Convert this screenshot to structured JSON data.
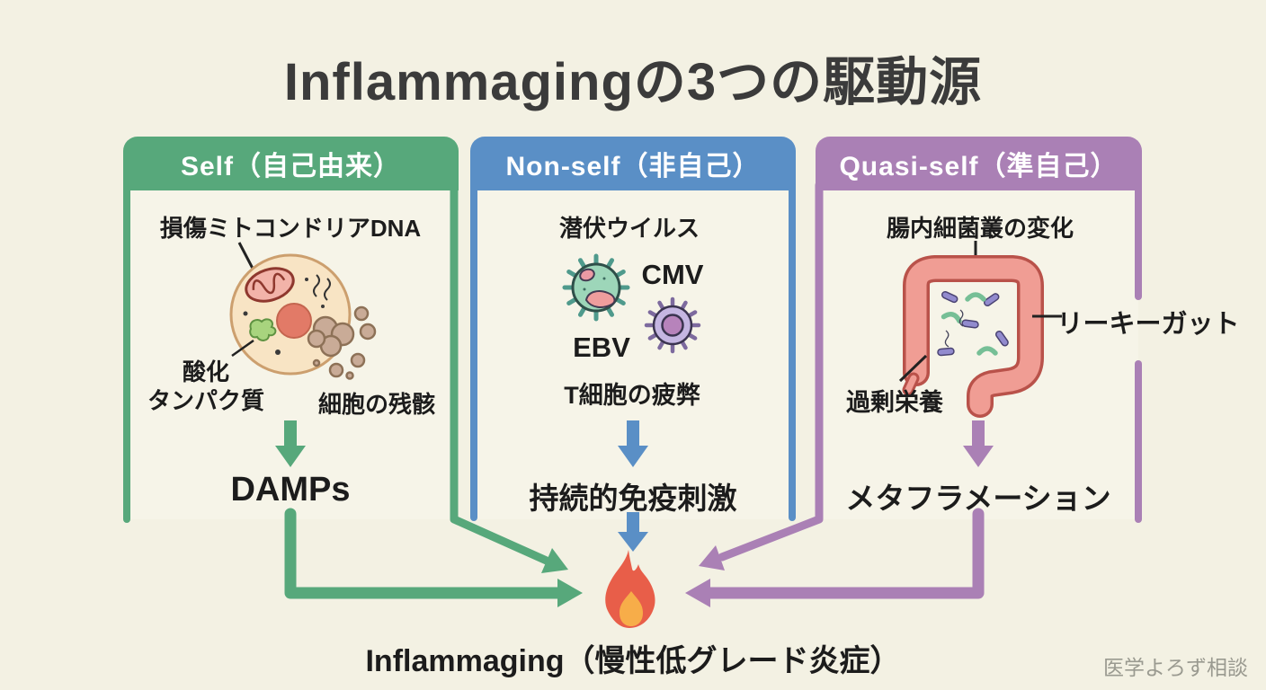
{
  "title": "Inflammagingの3つの駆動源",
  "columns": [
    {
      "id": "self",
      "header": "Self（自己由来）",
      "color": "#57a87b",
      "labels": {
        "top": "損傷ミトコンドリアDNA",
        "oxidized_line1": "酸化",
        "oxidized_line2": "タンパク質",
        "debris": "細胞の残骸"
      },
      "outcome": "DAMPs"
    },
    {
      "id": "non-self",
      "header": "Non-self（非自己）",
      "color": "#5a8fc6",
      "labels": {
        "top": "潜伏ウイルス",
        "virus_cmv": "CMV",
        "virus_ebv": "EBV",
        "bottom": "T細胞の疲弊"
      },
      "outcome": "持続的免疫刺激"
    },
    {
      "id": "quasi-self",
      "header": "Quasi-self（準自己）",
      "color": "#aa80b5",
      "labels": {
        "top": "腸内細菌叢の変化",
        "leaky_gut": "リーキーガット",
        "overnutrition": "過剰栄養"
      },
      "outcome": "メタフラメーション"
    }
  ],
  "result": {
    "label": "Inflammaging（慢性低グレード炎症）"
  },
  "watermark": "医学よろず相談",
  "colors": {
    "background": "#f3f1e3",
    "title_text": "#3b3b3b",
    "label_text": "#1c1c1c",
    "green": "#57a87b",
    "blue": "#5a8fc6",
    "purple": "#aa80b5",
    "flame_red": "#e85e49",
    "flame_yellow": "#f7ad49",
    "watermark_text": "#9a9a90"
  }
}
